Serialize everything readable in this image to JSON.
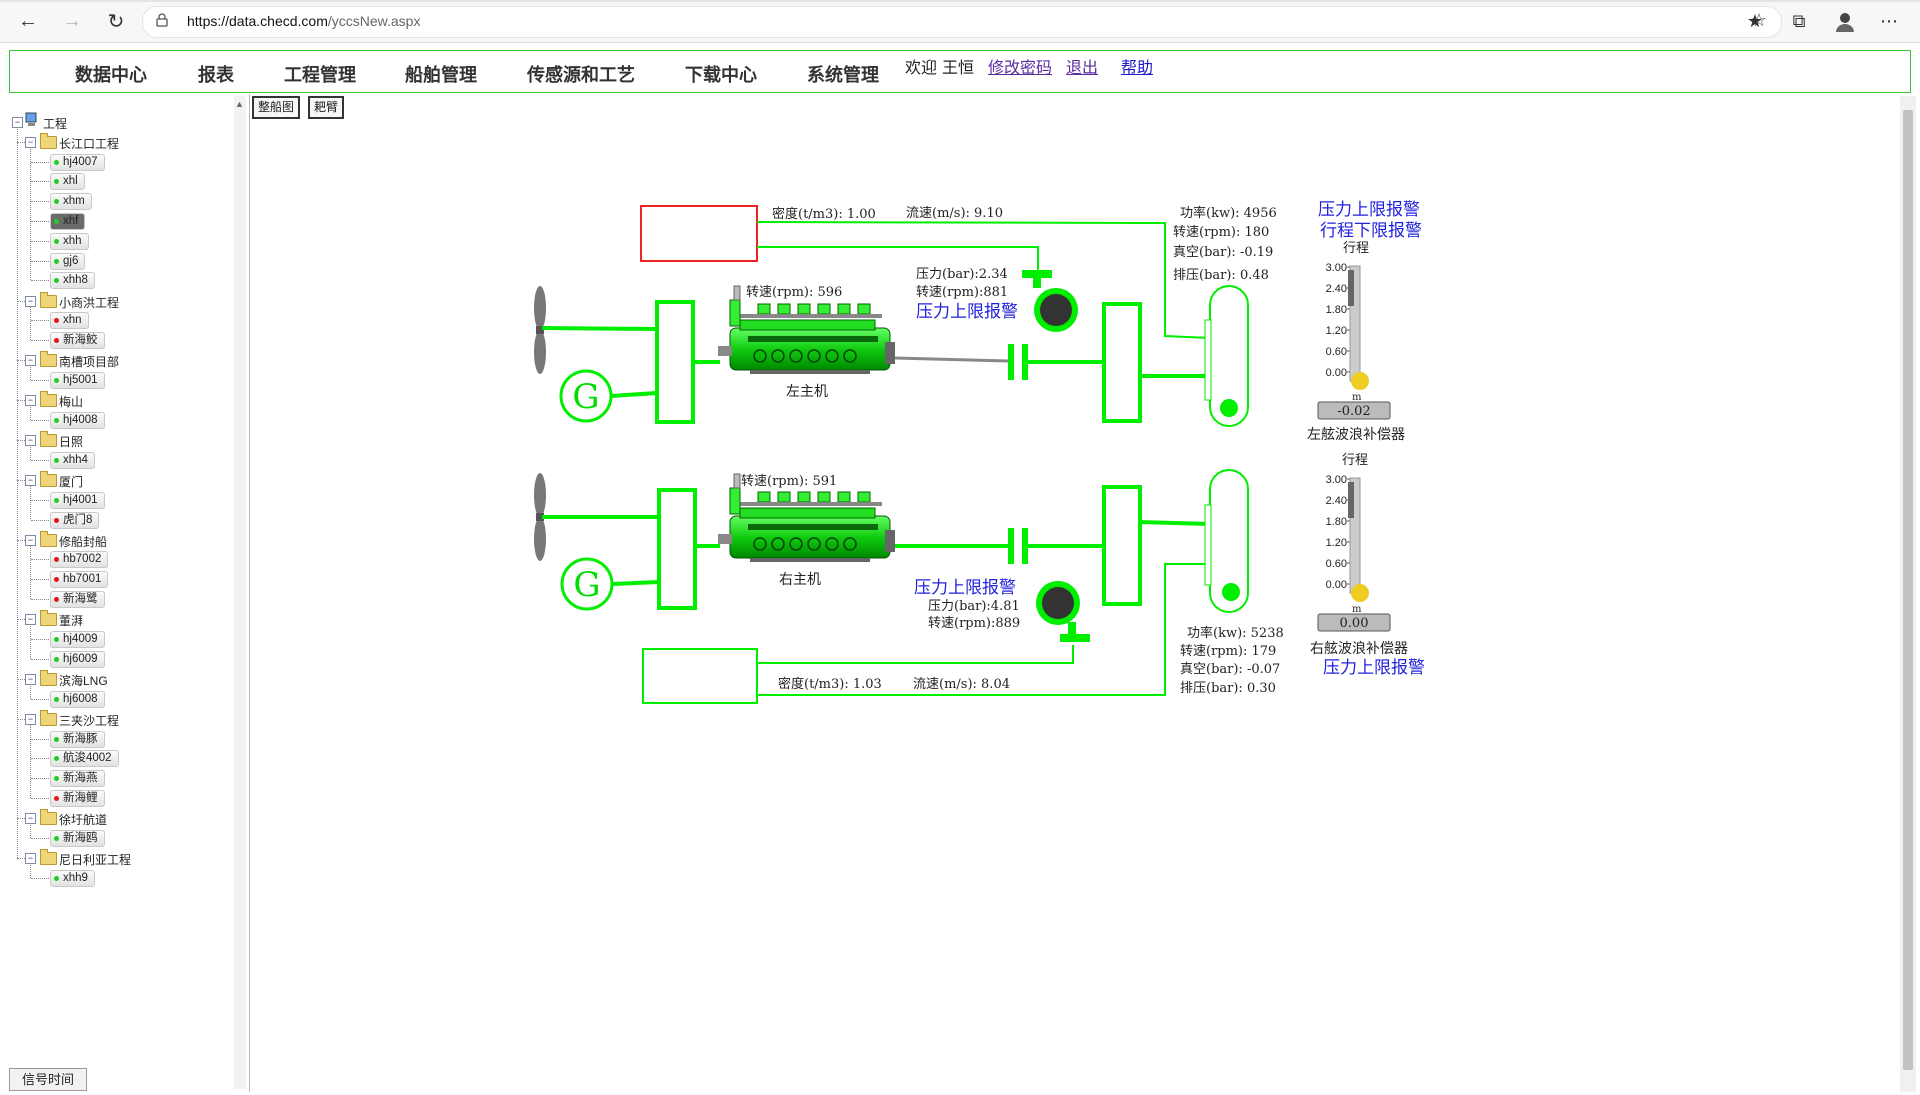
{
  "browser": {
    "url_host": "https://data.checd.com",
    "url_path": "/yccsNew.aspx"
  },
  "menu": {
    "items": [
      "数据中心",
      "报表",
      "工程管理",
      "船舶管理",
      "传感源和工艺",
      "下载中心",
      "系统管理"
    ],
    "welcome": "欢迎",
    "user": "王恒",
    "change_password": "修改密码",
    "logout": "退出",
    "help": "帮助"
  },
  "tree": {
    "root": "工程",
    "groups": [
      {
        "name": "长江口工程",
        "ships": [
          {
            "name": "hj4007",
            "status": "green"
          },
          {
            "name": "xhl",
            "status": "green"
          },
          {
            "name": "xhm",
            "status": "green"
          },
          {
            "name": "xhf",
            "status": "green",
            "selected": true
          },
          {
            "name": "xhh",
            "status": "green"
          },
          {
            "name": "gj6",
            "status": "green"
          },
          {
            "name": "xhh8",
            "status": "green"
          }
        ]
      },
      {
        "name": "小商洪工程",
        "ships": [
          {
            "name": "xhn",
            "status": "red"
          },
          {
            "name": "新海鲛",
            "status": "red"
          }
        ]
      },
      {
        "name": "南槽项目部",
        "ships": [
          {
            "name": "hj5001",
            "status": "green"
          }
        ]
      },
      {
        "name": "梅山",
        "ships": [
          {
            "name": "hj4008",
            "status": "green"
          }
        ]
      },
      {
        "name": "日照",
        "ships": [
          {
            "name": "xhh4",
            "status": "green"
          }
        ]
      },
      {
        "name": "厦门",
        "ships": [
          {
            "name": "hj4001",
            "status": "green"
          },
          {
            "name": "虎门8",
            "status": "red"
          }
        ]
      },
      {
        "name": "修船封船",
        "ships": [
          {
            "name": "hb7002",
            "status": "red"
          },
          {
            "name": "hb7001",
            "status": "red"
          },
          {
            "name": "新海鹭",
            "status": "red"
          }
        ]
      },
      {
        "name": "董湃",
        "ships": [
          {
            "name": "hj4009",
            "status": "green"
          },
          {
            "name": "hj6009",
            "status": "green"
          }
        ]
      },
      {
        "name": "滨海LNG",
        "ships": [
          {
            "name": "hj6008",
            "status": "green"
          }
        ]
      },
      {
        "name": "三夹沙工程",
        "ships": [
          {
            "name": "新海豚",
            "status": "green"
          },
          {
            "name": "航浚4002",
            "status": "green"
          },
          {
            "name": "新海燕",
            "status": "green"
          },
          {
            "name": "新海鲤",
            "status": "red"
          }
        ]
      },
      {
        "name": "徐圩航道",
        "ships": [
          {
            "name": "新海鸥",
            "status": "green"
          }
        ]
      },
      {
        "name": "尼日利亚工程",
        "ships": [
          {
            "name": "xhh9",
            "status": "green"
          }
        ]
      }
    ],
    "signal_time_button": "信号时间"
  },
  "tabs": [
    "整船图",
    "耙臂"
  ],
  "diagram": {
    "colors": {
      "line": "#00ee00",
      "alarm_text": "#2222dd",
      "red_box": "#ee2222",
      "gauge_dot": "#eecc22"
    },
    "port": {
      "density_label": "密度(t/m3): 1.00",
      "flow_label": "流速(m/s): 9.10",
      "engine_rpm_label": "转速(rpm): 596",
      "engine_name": "左主机",
      "pump_pressure_label": "压力(bar):2.34",
      "pump_rpm_label": "转速(rpm):881",
      "pump_alarm": "压力上限报警",
      "power_label": "功率(kw): 4956",
      "rpm_label": "转速(rpm): 180",
      "vacuum_label": "真空(bar): -0.19",
      "discharge_label": "排压(bar): 0.48",
      "alarm1": "压力上限报警",
      "alarm2": "行程下限报警",
      "gauge_title": "行程",
      "gauge_ticks": [
        "3.00",
        "2.40",
        "1.80",
        "1.20",
        "0.60",
        "0.00"
      ],
      "gauge_unit": "m",
      "gauge_value": "-0.02",
      "gauge_level": -0.02,
      "compensator_name": "左舷波浪补偿器",
      "generator_letter": "G"
    },
    "starboard": {
      "density_label": "密度(t/m3): 1.03",
      "flow_label": "流速(m/s): 8.04",
      "engine_rpm_label": "转速(rpm): 591",
      "engine_name": "右主机",
      "pump_pressure_label": "压力(bar):4.81",
      "pump_rpm_label": "转速(rpm):889",
      "pump_alarm": "压力上限报警",
      "power_label": "功率(kw): 5238",
      "rpm_label": "转速(rpm): 179",
      "vacuum_label": "真空(bar): -0.07",
      "discharge_label": "排压(bar): 0.30",
      "alarm1": "压力上限报警",
      "gauge_title": "行程",
      "gauge_ticks": [
        "3.00",
        "2.40",
        "1.80",
        "1.20",
        "0.60",
        "0.00"
      ],
      "gauge_unit": "m",
      "gauge_value": "0.00",
      "gauge_level": 0.0,
      "compensator_name": "右舷波浪补偿器",
      "generator_letter": "G"
    }
  }
}
